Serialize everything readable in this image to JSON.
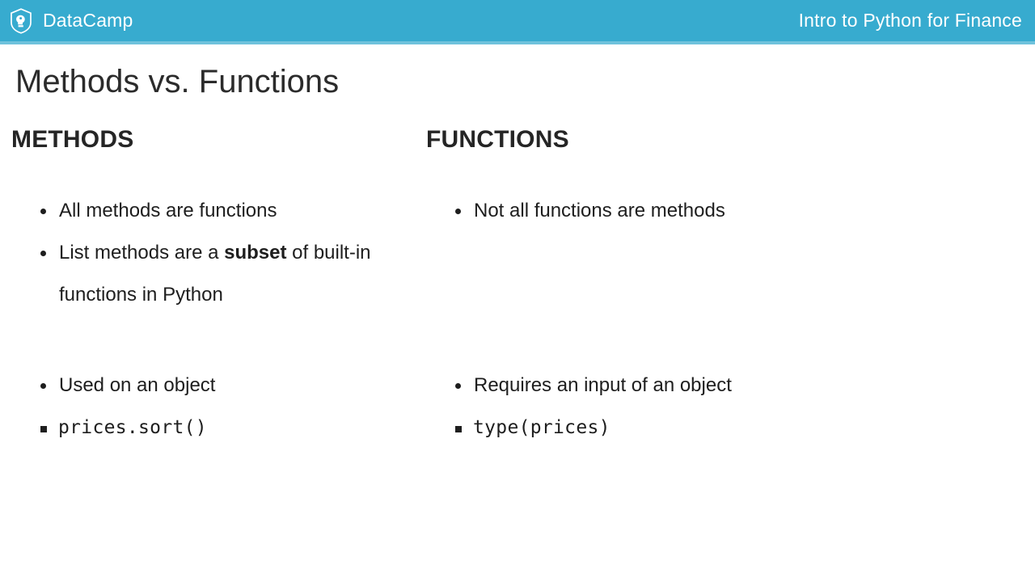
{
  "header": {
    "brand_name": "DataCamp",
    "logo_icon": "datacamp-shield-brain-icon",
    "course_title": "Intro to Python for Finance",
    "background_color": "#37abcf",
    "text_color": "#ffffff"
  },
  "slide": {
    "title": "Methods vs. Functions",
    "columns": [
      {
        "id": "methods",
        "heading": "METHODS",
        "groups": [
          {
            "items": [
              {
                "text": "All methods are functions",
                "bold_segment": ""
              },
              {
                "text_before": "List methods are a ",
                "bold_segment": "subset",
                "text_after": " of built-in functions in Python"
              }
            ]
          },
          {
            "items": [
              {
                "text": "Used on an object",
                "code_child": "prices.sort()"
              }
            ]
          }
        ]
      },
      {
        "id": "functions",
        "heading": "FUNCTIONS",
        "groups": [
          {
            "items": [
              {
                "text": "Not all functions are methods",
                "bold_segment": ""
              }
            ]
          },
          {
            "items": [
              {
                "text": "Requires an input of an object",
                "code_child": "type(prices)"
              }
            ]
          }
        ]
      }
    ]
  }
}
